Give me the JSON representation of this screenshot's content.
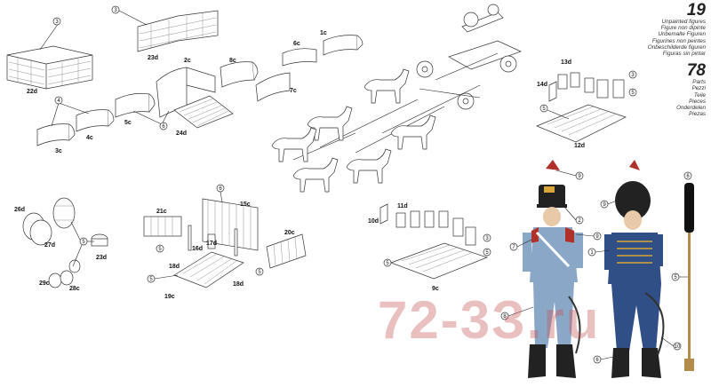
{
  "legend": {
    "figures_count": "19",
    "figures_lines": [
      "Unpainted figures",
      "Figure non dipinte",
      "Unbemalte Figuren",
      "Figurines non peintes",
      "Onbeschilderde figuren",
      "Figuras sin pintar"
    ],
    "parts_count": "78",
    "parts_lines": [
      "Parts",
      "Pezzi",
      "Teile",
      "Pieces",
      "Onderdelen",
      "Piezas"
    ]
  },
  "part_labels": {
    "p22d": "22d",
    "p23d_top": "23d",
    "p2c": "2c",
    "p8c": "8c",
    "p6c": "6c",
    "p1c": "1c",
    "p7c": "7c",
    "p3c": "3c",
    "p4c": "4c",
    "p5c": "5c",
    "p24d": "24d",
    "p13d": "13d",
    "p14d": "14d",
    "p12d": "12d",
    "p26d": "26d",
    "p27d": "27d",
    "p23d_mid": "23d",
    "p29c": "29c",
    "p28c": "28c",
    "p21c": "21c",
    "p15c": "15c",
    "p16d": "16d",
    "p17d": "17d",
    "p18d_a": "18d",
    "p18d_b": "18d",
    "p19c": "19c",
    "p20c": "20c",
    "p11d": "11d",
    "p10d": "10d",
    "p9c": "9c"
  },
  "callouts": {
    "c3": "3",
    "c3b": "3",
    "c4": "4",
    "c6": "6",
    "c5a": "5",
    "c5b": "5",
    "c5c": "5",
    "c5d": "5",
    "c5e": "5",
    "c5f": "5",
    "c5g": "5",
    "c9a": "9",
    "c9b": "9",
    "c9c": "9",
    "c2": "2",
    "c7": "7",
    "c8": "8",
    "c1": "1",
    "c6b": "6",
    "c10": "10",
    "c6c": "6"
  },
  "watermark": "72-3З.ru",
  "colors": {
    "uniform_blue": "#8aa7c8",
    "dark_blue": "#2f4f86",
    "red": "#b0302a",
    "black": "#222222",
    "skin": "#e8c9a8"
  }
}
